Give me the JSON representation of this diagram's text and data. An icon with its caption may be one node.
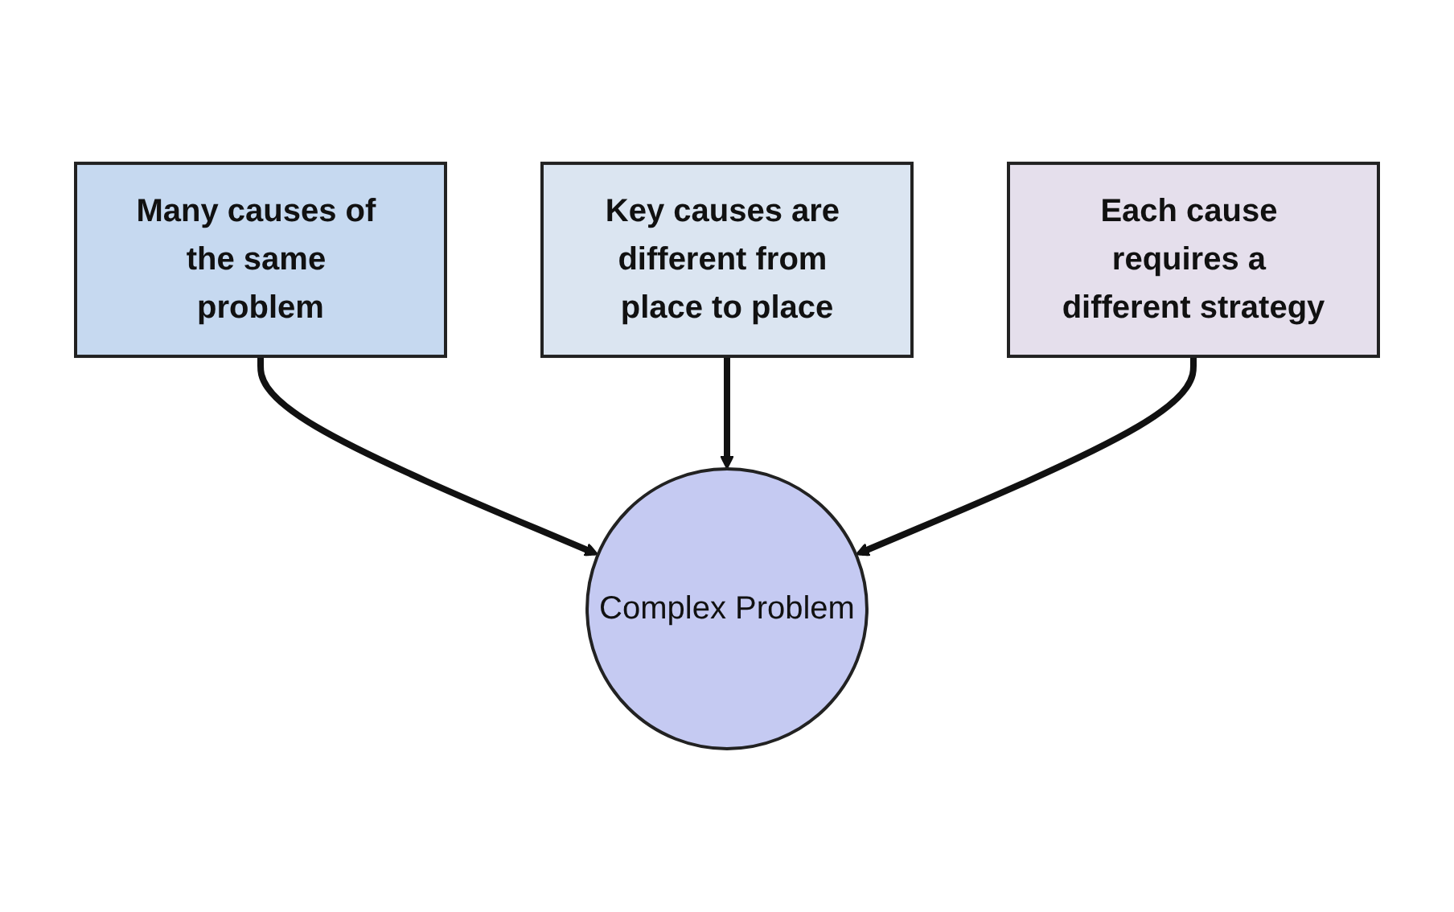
{
  "diagram": {
    "nodes": [
      {
        "text": [
          "Key causes are different from place to place"
        ]
      },
      {
        "text": [
          "Many causes of the same problem"
        ]
      },
      {
        "text": [
          "Each cause requires a different strategy"
        ]
      },
      {
        "text": [
          "Complex Problem"
        ]
      }
    ],
    "edges": [
      {
        "from": 1,
        "to": 3,
        "arrow": "to"
      },
      {
        "from": 0,
        "to": 3,
        "arrow": "to"
      },
      {
        "from": 2,
        "to": 3,
        "arrow": "to"
      }
    ]
  }
}
